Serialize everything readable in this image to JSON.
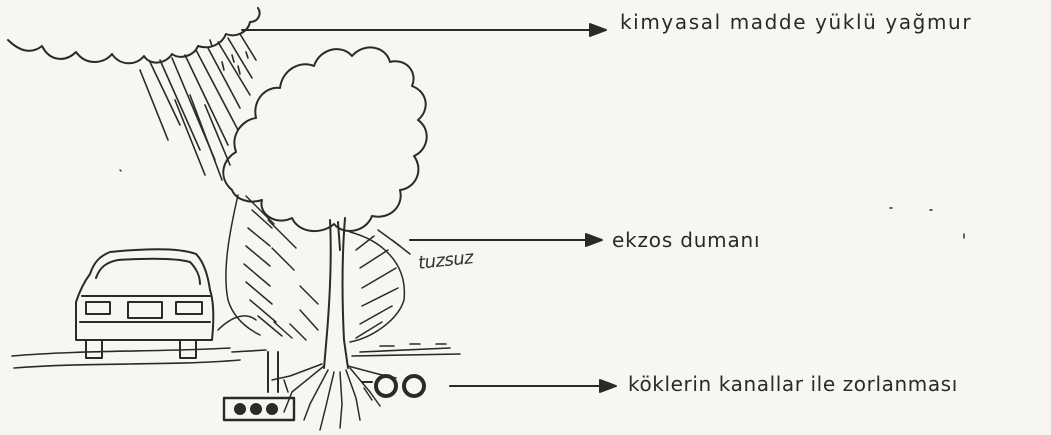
{
  "labels": {
    "rain": "kimyasal madde yüklü yağmur",
    "exhaust": "ekzos dumanı",
    "roots": "köklerin kanallar ile zorlanması"
  },
  "handwritten_note": "tuzsuz",
  "colors": {
    "ink": "#2a2a2a",
    "paper": "#f7f6f2"
  }
}
